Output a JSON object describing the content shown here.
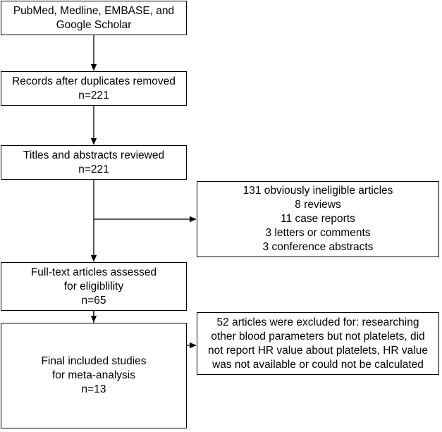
{
  "flowchart": {
    "main_steps": [
      {
        "lines": [
          "PubMed, Medline, EMBASE, and",
          "Google Scholar"
        ]
      },
      {
        "lines": [
          "Records after duplicates removed",
          "n=221"
        ]
      },
      {
        "lines": [
          "Titles and abstracts reviewed",
          "n=221"
        ]
      },
      {
        "lines": [
          "Full-text articles assessed",
          "for eligiblility",
          "n=65"
        ]
      },
      {
        "lines": [
          "Final included studies",
          "for meta-analysis",
          "n=13"
        ]
      }
    ],
    "exclusions": [
      {
        "lines": [
          "131 obviously ineligible articles",
          "8 reviews",
          "11 case reports",
          "3 letters or comments",
          "3 conference abstracts"
        ]
      },
      {
        "lines": [
          "52 articles were excluded for: researching",
          "other blood parameters but not platelets, did",
          "not report HR value about platelets, HR value",
          "was not available or could not be calculated"
        ]
      }
    ]
  }
}
